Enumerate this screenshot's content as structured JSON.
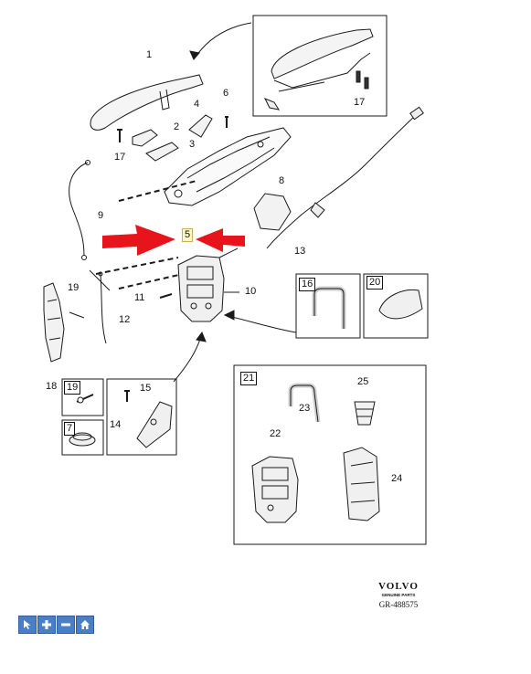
{
  "callouts": {
    "c1": "1",
    "c2": "2",
    "c3": "3",
    "c4": "4",
    "c5": "5",
    "c6": "6",
    "c7": "7",
    "c8": "8",
    "c9": "9",
    "c10": "10",
    "c11": "11",
    "c12": "12",
    "c13": "13",
    "c14": "14",
    "c15": "15",
    "c16": "16",
    "c17a": "17",
    "c17b": "17",
    "c18": "18",
    "c19a": "19",
    "c19b": "19",
    "c20": "20",
    "c21": "21",
    "c22": "22",
    "c23": "23",
    "c24": "24",
    "c25": "25"
  },
  "brand": {
    "logo": "VOLVO",
    "subtitle": "GENUINE PARTS",
    "reference": "GR-488575"
  },
  "toolbar": {
    "buttons": [
      "pointer-icon",
      "zoom-in-icon",
      "zoom-out-icon",
      "home-icon"
    ]
  },
  "colors": {
    "highlight_arrow": "#e8141b",
    "line": "#1a1a1a",
    "toolbar": "#4a7fc8"
  }
}
